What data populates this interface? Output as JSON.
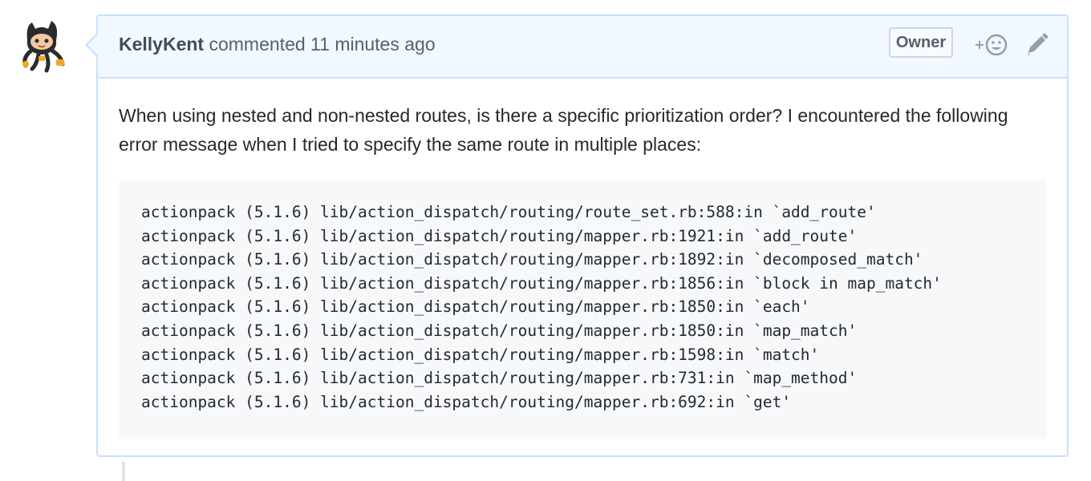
{
  "comment": {
    "author": "KellyKent",
    "action": " commented ",
    "timestamp": "11 minutes ago",
    "badge": "Owner",
    "body_text": "When using nested and non-nested routes, is there a specific prioritization order? I encountered the following error message when I tried to specify the same route in multiple places:",
    "code_lines": [
      "actionpack (5.1.6) lib/action_dispatch/routing/route_set.rb:588:in `add_route'",
      "actionpack (5.1.6) lib/action_dispatch/routing/mapper.rb:1921:in `add_route'",
      "actionpack (5.1.6) lib/action_dispatch/routing/mapper.rb:1892:in `decomposed_match'",
      "actionpack (5.1.6) lib/action_dispatch/routing/mapper.rb:1856:in `block in map_match'",
      "actionpack (5.1.6) lib/action_dispatch/routing/mapper.rb:1850:in `each'",
      "actionpack (5.1.6) lib/action_dispatch/routing/mapper.rb:1850:in `map_match'",
      "actionpack (5.1.6) lib/action_dispatch/routing/mapper.rb:1598:in `match'",
      "actionpack (5.1.6) lib/action_dispatch/routing/mapper.rb:731:in `map_method'",
      "actionpack (5.1.6) lib/action_dispatch/routing/mapper.rb:692:in `get'"
    ]
  },
  "icons": {
    "avatar": "octocat-avatar",
    "reaction": "add-reaction-icon",
    "edit": "pencil-icon"
  },
  "colors": {
    "header_bg": "#f1f8ff",
    "border": "#c8e1ff",
    "code_bg": "#f6f8fa"
  }
}
